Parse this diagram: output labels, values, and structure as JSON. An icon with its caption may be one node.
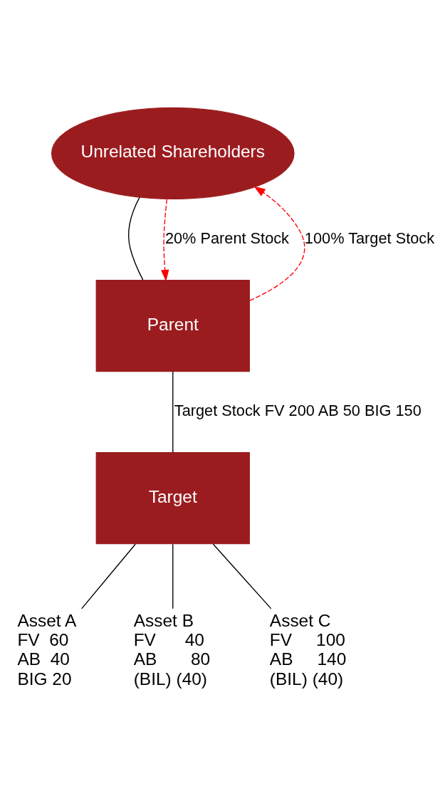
{
  "diagram": {
    "nodes": [
      {
        "text": [
          "Unrelated Shareholders"
        ]
      },
      {
        "text": [
          "Parent"
        ]
      },
      {
        "text": [
          "Target"
        ]
      },
      {
        "text": [
          "Asset A",
          "FV  60",
          "AB  40",
          "BIG 20"
        ]
      },
      {
        "text": [
          "Asset B",
          "FV      40",
          "AB       80",
          "(BIL) (40)"
        ]
      },
      {
        "text": [
          "Asset C",
          "FV     100",
          "AB     140",
          "(BIL) (40)"
        ]
      }
    ],
    "edges": [
      {
        "from": 0,
        "to": 1,
        "arrow": "none"
      },
      {
        "from": 1,
        "to": 0,
        "arrow": "to",
        "label": "100% Target Stock",
        "style": "dashed",
        "color": "#ff0000"
      },
      {
        "from": 0,
        "to": 1,
        "arrow": "to",
        "label": "20% Parent Stock",
        "style": "dashed",
        "color": "#ff0000"
      },
      {
        "from": 1,
        "to": 2,
        "arrow": "none",
        "label": "Target Stock FV 200 AB 50 BIG 150"
      },
      {
        "from": 2,
        "to": 3,
        "arrow": "none"
      },
      {
        "from": 2,
        "to": 4,
        "arrow": "none"
      },
      {
        "from": 2,
        "to": 5,
        "arrow": "none"
      }
    ]
  }
}
